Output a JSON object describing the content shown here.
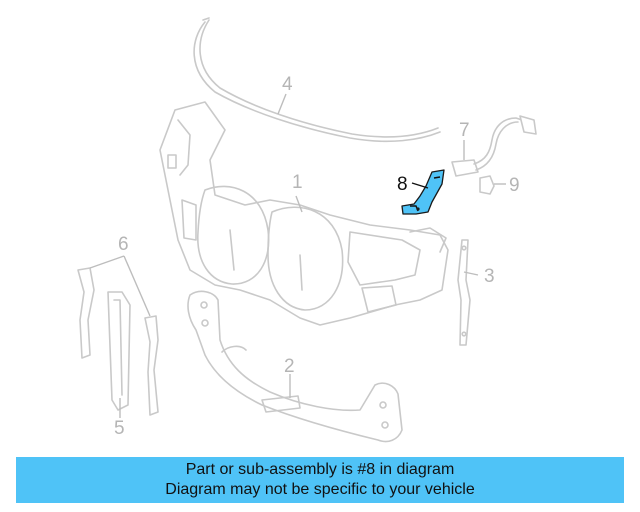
{
  "callouts": {
    "c1": "1",
    "c2": "2",
    "c3": "3",
    "c4": "4",
    "c5": "5",
    "c6": "6",
    "c7": "7",
    "c8": "8",
    "c9": "9"
  },
  "highlight": {
    "part_number": "8",
    "color": "#4fc3f7"
  },
  "banner": {
    "line1": "Part or sub-assembly is #8 in diagram",
    "line2": "Diagram may not be specific to your vehicle",
    "background": "#4fc3f7"
  }
}
